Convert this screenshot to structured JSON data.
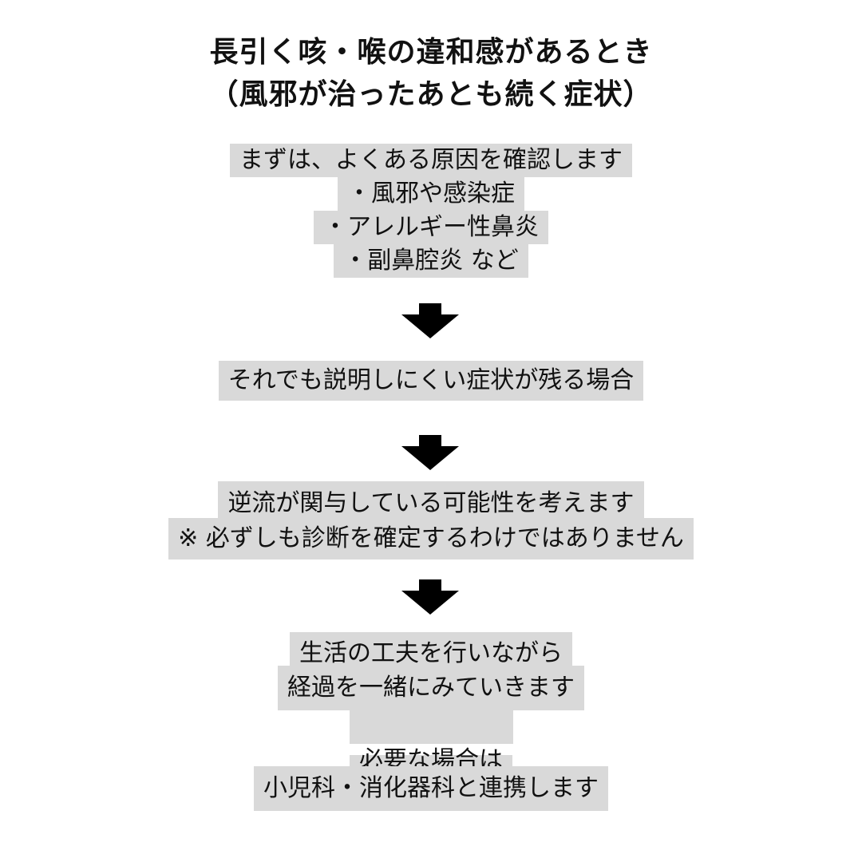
{
  "title": {
    "line1": "長引く咳・喉の違和感があるとき",
    "line2": "（風邪が治ったあとも続く症状）"
  },
  "steps": [
    {
      "lines": [
        "まずは、よくある原因を確認します",
        "・風邪や感染症",
        "・アレルギー性鼻炎",
        "・副鼻腔炎 など"
      ]
    },
    {
      "lines": [
        "それでも説明しにくい症状が残る場合"
      ]
    },
    {
      "lines": [
        "逆流が関与している可能性を考えます",
        "※ 必ずしも診断を確定するわけではありません"
      ]
    },
    {
      "lines": [
        "生活の工夫を行いながら",
        "経過を一緒にみていきます",
        "",
        "必要な場合は",
        "小児科・消化器科と連携します"
      ]
    }
  ],
  "arrows": [
    "down-arrow",
    "down-arrow",
    "down-arrow"
  ],
  "colors": {
    "highlight": "#d9d9d9",
    "text": "#111111",
    "arrow": "#000000",
    "background": "#ffffff"
  }
}
